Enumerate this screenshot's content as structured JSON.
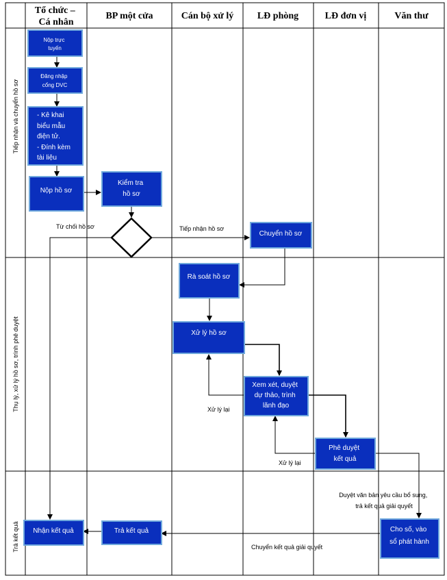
{
  "columns": [
    [
      "Tổ chức –",
      "Cá nhân"
    ],
    [
      "BP một cửa"
    ],
    [
      "Cán bộ xử lý"
    ],
    [
      "LĐ phòng"
    ],
    [
      "LĐ đơn vị"
    ],
    [
      "Văn thư"
    ]
  ],
  "lanes": [
    "Tiếp nhận và chuyển hồ sơ",
    "Thụ lý, xử lý hồ sơ, trình phê duyệt",
    "Trả kết quả"
  ],
  "boxes": {
    "nop_truc_tuyen": [
      "Nộp trực",
      "tuyến"
    ],
    "dang_nhap": [
      "Đăng nhập",
      "cổng DVC"
    ],
    "ke_khai": [
      "-    Kê     khai",
      "biểu      mẫu",
      "điện tử.",
      "-  Đính kèm",
      "tài liệu"
    ],
    "nop_ho_so": [
      "Nộp hồ sơ"
    ],
    "kiem_tra": [
      "Kiểm tra",
      "hồ sơ"
    ],
    "chuyen_ho_so": [
      "Chuyển hồ sơ"
    ],
    "ra_soat": [
      "Rà soát hồ sơ"
    ],
    "xu_ly": [
      "Xử lý hồ sơ"
    ],
    "xem_xet": [
      "Xem xét, duyệt",
      "dự thảo, trình",
      "lãnh đạo"
    ],
    "phe_duyet": [
      "Phê duyệt",
      "kết quả"
    ],
    "cho_so": [
      "Cho số, vào",
      "sổ phát hành"
    ],
    "tra_ket_qua": [
      "Trả kết quả"
    ],
    "nhan_ket_qua": [
      "Nhận kết quả"
    ]
  },
  "labels": {
    "tu_choi": "Từ chối hồ sơ",
    "tiep_nhan": "Tiếp nhận hồ sơ",
    "xu_ly_lai_1": "Xử lý lại",
    "xu_ly_lai_2": "Xử lý lại",
    "duyet_vb": [
      "Duyệt văn bản yêu cầu bổ sung,",
      "trả kết quả giải quyết"
    ],
    "chuyen_kq": "Chuyển kết quả giải quyết"
  }
}
